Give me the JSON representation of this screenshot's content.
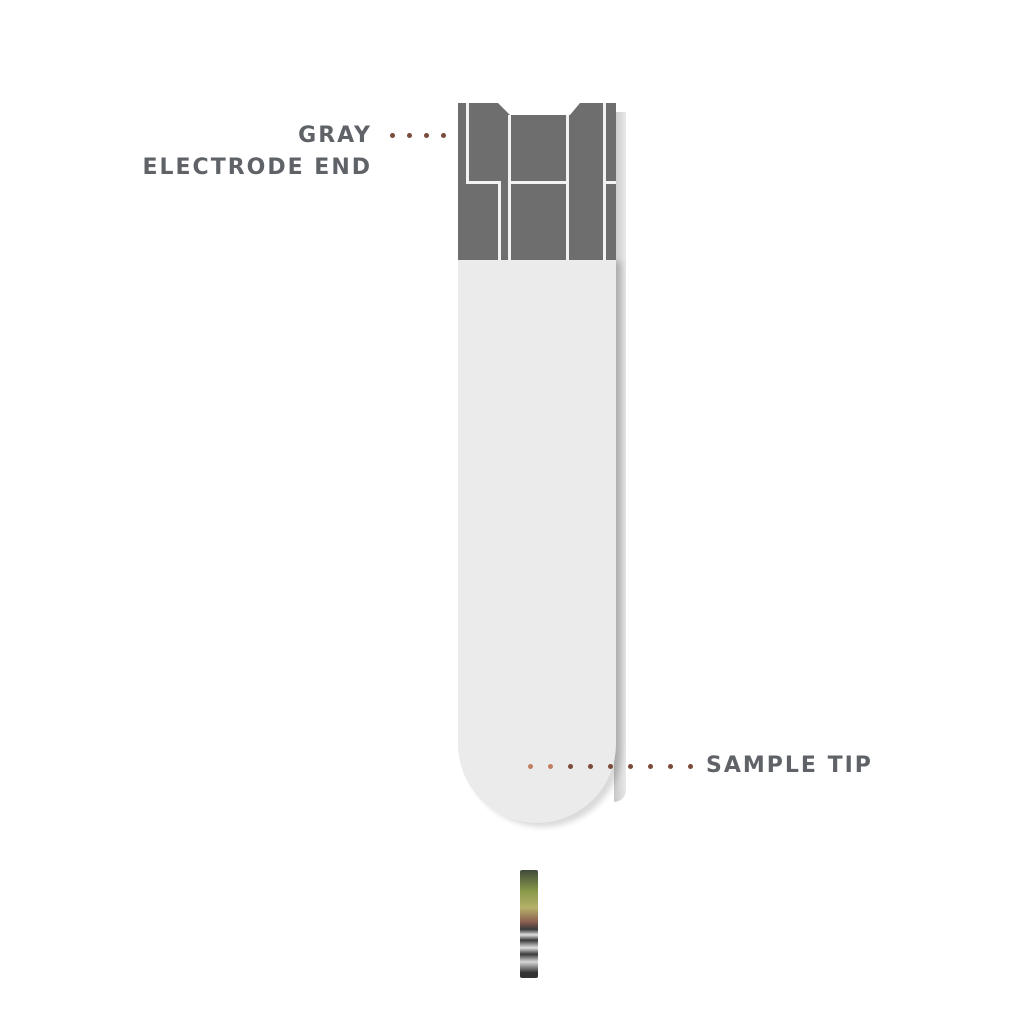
{
  "diagram": {
    "subject": "test strip",
    "labels": {
      "electrode_line1": "GRAY",
      "electrode_line2": "ELECTRODE END",
      "sample_tip": "SAMPLE TIP"
    },
    "colors": {
      "label_text": "#5f6368",
      "leader_dots": "#7a4a3a",
      "electrode": "#6e6e6e",
      "strip_body": "#ebebeb"
    }
  }
}
